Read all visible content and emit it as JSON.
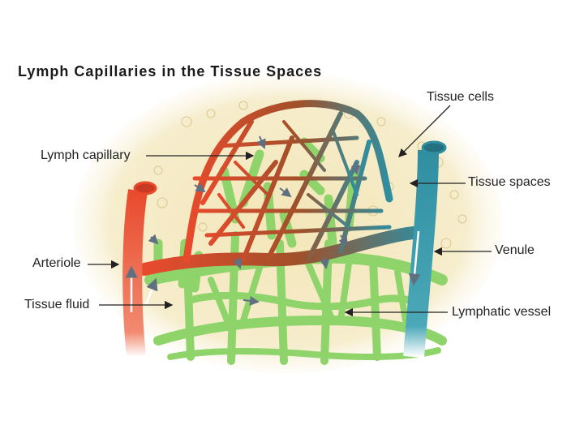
{
  "title": "Lymph Capillaries in the Tissue Spaces",
  "labels": {
    "tissue_cells": "Tissue cells",
    "lymph_capillary": "Lymph capillary",
    "tissue_spaces": "Tissue spaces",
    "arteriole": "Arteriole",
    "venule": "Venule",
    "tissue_fluid": "Tissue fluid",
    "lymphatic_vessel": "Lymphatic vessel"
  },
  "colors": {
    "tissue_background": "#f3e6b8",
    "arteriole_red": "#e84a2c",
    "venule_teal": "#2f8ea0",
    "lymph_green": "#8fd46a",
    "capillary_brown": "#a0502a",
    "arrow_gray": "#607080"
  }
}
